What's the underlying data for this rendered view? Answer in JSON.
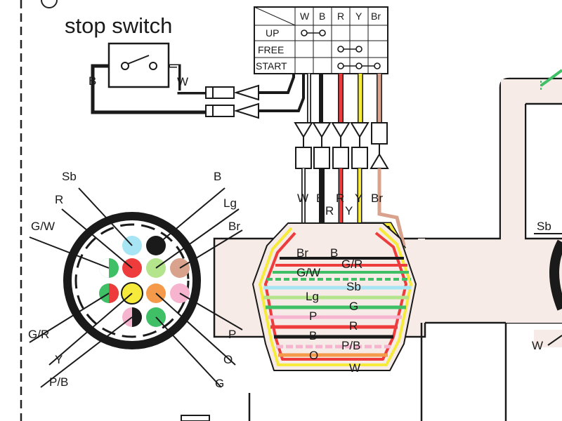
{
  "title": "stop switch",
  "switch_wires": {
    "left": "B",
    "right": "W"
  },
  "table": {
    "columns": [
      "W",
      "B",
      "R",
      "Y",
      "Br"
    ],
    "rows": [
      "UP",
      "FREE",
      "START"
    ]
  },
  "connector_labels": [
    "W",
    "B",
    "R",
    "Y",
    "Br"
  ],
  "connector_labels_lower": [
    "R",
    "Y"
  ],
  "round_connector": {
    "left_labels": [
      "Sb",
      "R",
      "G/W",
      "G/R",
      "Y",
      "P/B"
    ],
    "right_labels": [
      "B",
      "Lg",
      "Br",
      "P",
      "O",
      "G"
    ]
  },
  "harness_labels": [
    "Br",
    "B",
    "G/W",
    "G/R",
    "Sb",
    "Lg",
    "G",
    "P",
    "R",
    "B",
    "P/B",
    "O",
    "W"
  ],
  "right_edge_labels": [
    "Sb",
    "W"
  ],
  "colors": {
    "B": "#1a1a1a",
    "W": "#ffffff",
    "R": "#ee3b3b",
    "Y": "#f6ea3a",
    "Br": "#d9a28c",
    "Sb": "#a7e4f4",
    "Lg": "#b4e48c",
    "G": "#3fbf66",
    "P": "#f6b4ce",
    "O": "#f49a4a",
    "body": "#f6ebe6",
    "line": "#1a1a1a"
  }
}
